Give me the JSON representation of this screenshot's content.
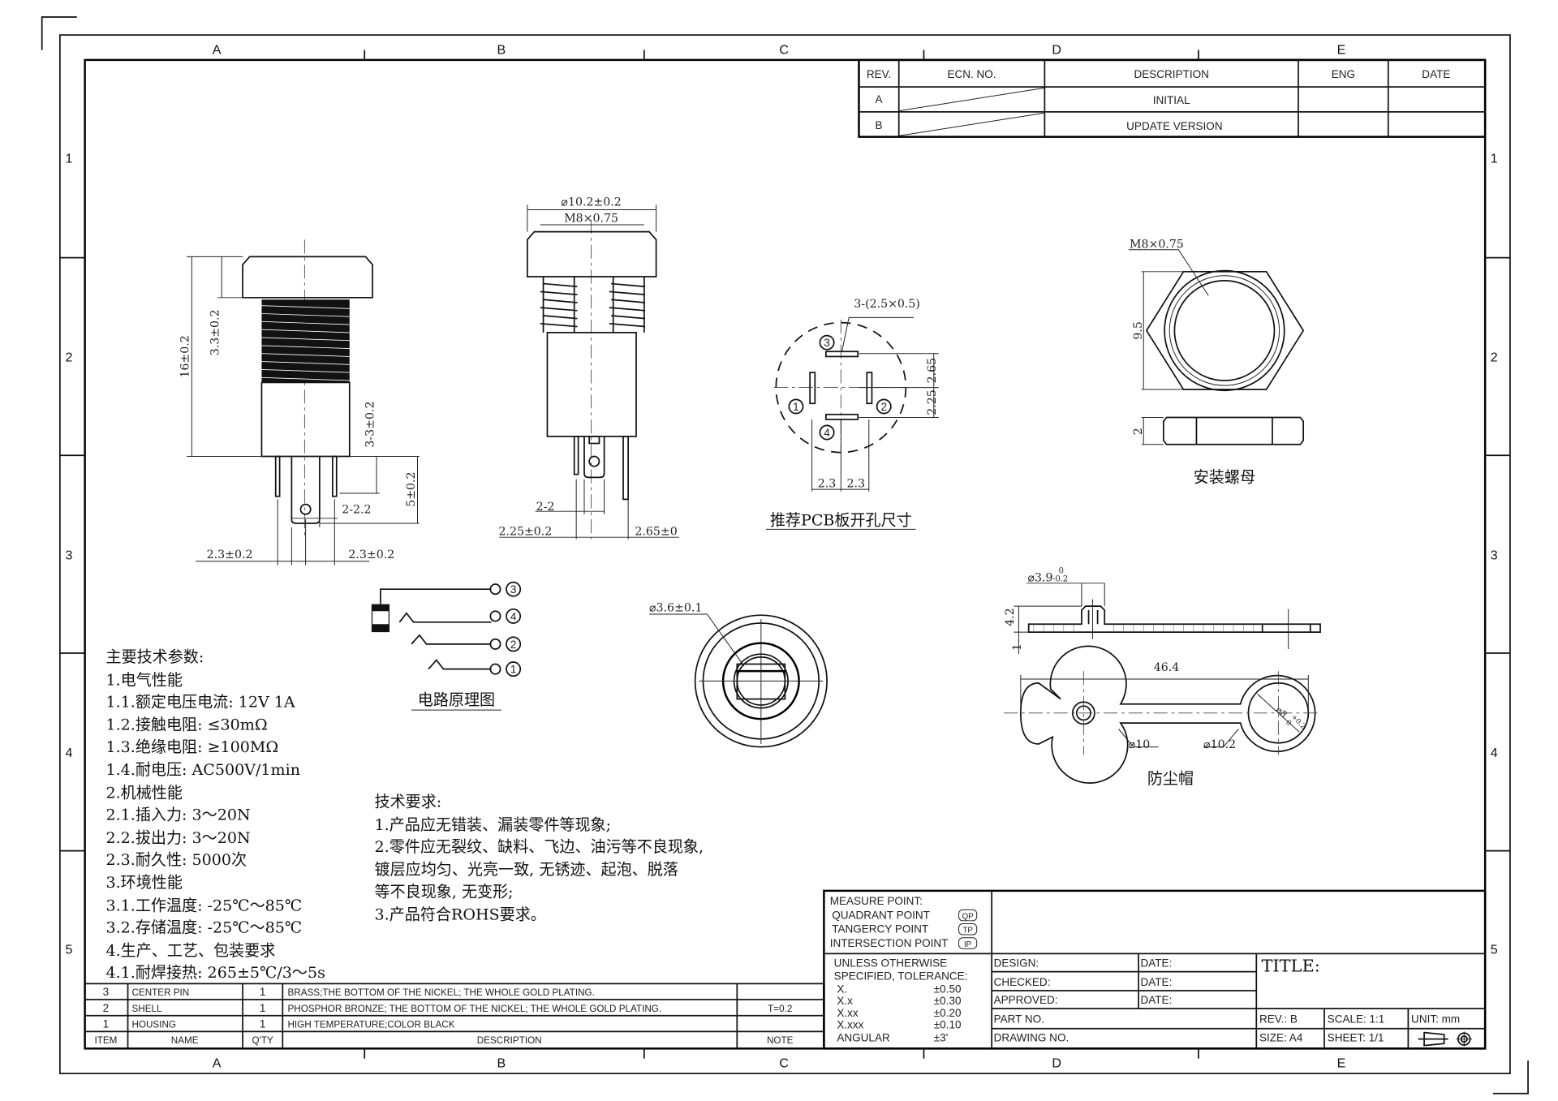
{
  "grid": {
    "columns": [
      "A",
      "B",
      "C",
      "D",
      "E"
    ],
    "rows": [
      "1",
      "2",
      "3",
      "4",
      "5"
    ]
  },
  "revision_table": {
    "headers": [
      "REV.",
      "ECN. NO.",
      "DESCRIPTION",
      "ENG",
      "DATE"
    ],
    "rows": [
      {
        "rev": "A",
        "description": "INITIAL"
      },
      {
        "rev": "B",
        "description": "UPDATE VERSION"
      }
    ]
  },
  "side_view": {
    "dims": [
      "16±0.2",
      "3.3±0.2",
      "3-3±0.2",
      "5±0.2",
      "2-2.2",
      "2.3±0.2",
      "2.3±0.2"
    ]
  },
  "front_side_view": {
    "dims": [
      "⌀10.2±0.2",
      "M8×0.75",
      "2-2",
      "2.25±0.2",
      "2.65±0"
    ]
  },
  "pcb_layout": {
    "callout": "3-(2.5×0.5)",
    "pins": [
      "3",
      "1",
      "2",
      "4"
    ],
    "dims": [
      "2.65",
      "2.25",
      "2.3",
      "2.3"
    ],
    "caption": "推荐PCB板开孔尺寸"
  },
  "nut": {
    "thread": "M8×0.75",
    "height": "9.5",
    "thickness": "2",
    "caption": "安装螺母"
  },
  "circuit": {
    "pins": [
      "3",
      "4",
      "2",
      "1"
    ],
    "caption": "电路原理图"
  },
  "top_view": {
    "dim": "⌀3.6±0.1"
  },
  "dust_cap": {
    "dims": [
      "⌀3.9",
      "0",
      "-0.2",
      "4.2",
      "1",
      "46.4",
      "⌀10",
      "⌀10.2",
      "⌀8",
      "+0.2",
      "0"
    ],
    "caption": "防尘帽"
  },
  "specs": [
    "主要技术参数:",
    "1.电气性能",
    "1.1.额定电压电流: 12V 1A",
    "1.2.接触电阻: ≤30mΩ",
    "1.3.绝缘电阻: ≥100MΩ",
    "1.4.耐电压: AC500V/1min",
    "2.机械性能",
    "2.1.插入力: 3～20N",
    "2.2.拔出力: 3～20N",
    "2.3.耐久性: 5000次",
    "3.环境性能",
    "3.1.工作温度: -25℃～85℃",
    "3.2.存储温度: -25℃～85℃",
    "4.生产、工艺、包装要求",
    "4.1.耐焊接热: 265±5℃/3～5s"
  ],
  "requirements": [
    "技术要求:",
    "1.产品应无错装、漏装零件等现象;",
    "2.零件应无裂纹、缺料、飞边、油污等不良现象,",
    "镀层应均匀、光亮一致, 无锈迹、起泡、脱落",
    "等不良现象, 无变形;",
    "3.产品符合ROHS要求。"
  ],
  "bom": {
    "headers": [
      "ITEM",
      "NAME",
      "Q'TY",
      "DESCRIPTION",
      "NOTE"
    ],
    "rows": [
      {
        "item": "3",
        "name": "CENTER PIN",
        "qty": "1",
        "description": "BRASS;THE BOTTOM OF THE NICKEL; THE WHOLE GOLD PLATING.",
        "note": ""
      },
      {
        "item": "2",
        "name": "SHELL",
        "qty": "1",
        "description": "PHOSPHOR BRONZE; THE BOTTOM OF THE NICKEL; THE WHOLE GOLD PLATING.",
        "note": "T=0.2"
      },
      {
        "item": "1",
        "name": "HOUSING",
        "qty": "1",
        "description": "HIGH TEMPERATURE;COLOR BLACK",
        "note": ""
      }
    ]
  },
  "title_block": {
    "measure_point": "MEASURE POINT:",
    "measure_items": [
      {
        "label": "QUADRANT POINT",
        "code": "QP"
      },
      {
        "label": "TANGERCY POINT",
        "code": "TP"
      },
      {
        "label": "INTERSECTION POINT",
        "code": "IP"
      }
    ],
    "tolerance_heading": [
      "UNLESS OTHERWISE",
      "SPECIFIED, TOLERANCE:"
    ],
    "tolerances": [
      {
        "k": "X.",
        "v": "±0.50"
      },
      {
        "k": "X.x",
        "v": "±0.30"
      },
      {
        "k": "X.xx",
        "v": "±0.20"
      },
      {
        "k": "X.xxx",
        "v": "±0.10"
      },
      {
        "k": "ANGULAR",
        "v": "±3'"
      }
    ],
    "design": "DESIGN:",
    "checked": "CHECKED:",
    "approved": "APPROVED:",
    "date": "DATE:",
    "part_no": "PART NO.",
    "drawing_no": "DRAWING NO.",
    "title": "TITLE:",
    "rev": "REV.:  B",
    "scale": "SCALE:  1:1",
    "unit": "UNIT:    mm",
    "size": "SIZE:   A4",
    "sheet": "SHEET:  1/1"
  }
}
